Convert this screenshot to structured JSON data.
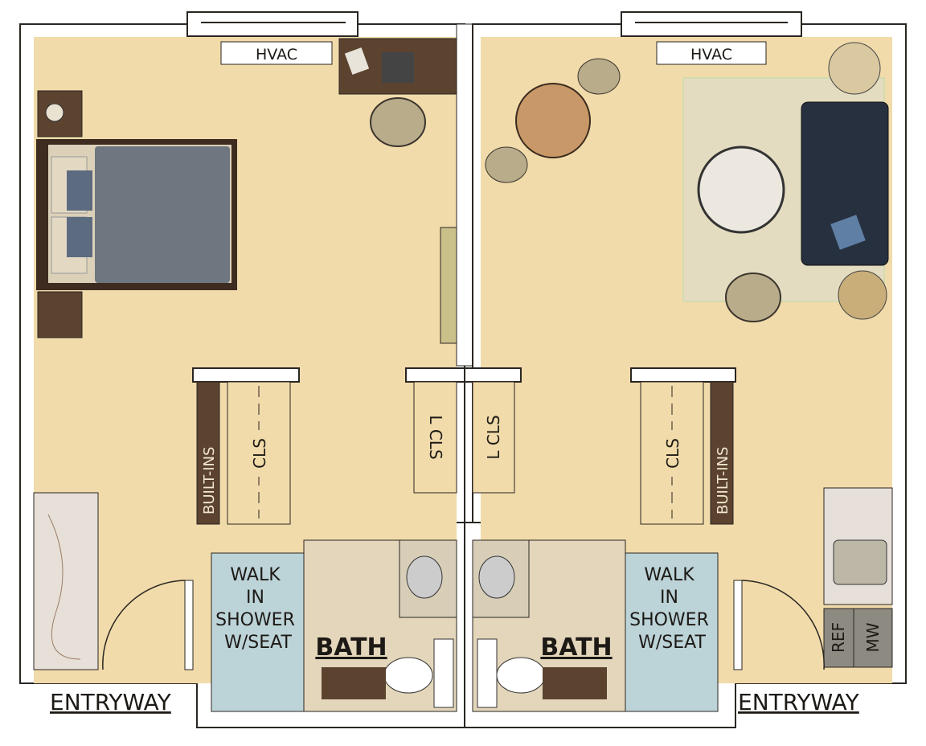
{
  "left_unit": {
    "hvac": "HVAC",
    "built_ins": "BUILT-INS",
    "closet": "CLS",
    "linen_closet": "L CLS",
    "shower": [
      "WALK",
      "IN",
      "SHOWER",
      "W/SEAT"
    ],
    "bath": "BATH",
    "entry": "ENTRYWAY"
  },
  "right_unit": {
    "hvac": "HVAC",
    "built_ins": "BUILT-INS",
    "closet": "CLS",
    "linen_closet": "L CLS",
    "shower": [
      "WALK",
      "IN",
      "SHOWER",
      "W/SEAT"
    ],
    "bath": "BATH",
    "entry": "ENTRYWAY",
    "fridge": "REF",
    "microwave": "MW"
  },
  "colors": {
    "floor": "#f1dbaa",
    "wood": "#5b4330",
    "bedding": "#6e7780",
    "shower": "#bcd3d8",
    "sofa": "#26303f"
  }
}
